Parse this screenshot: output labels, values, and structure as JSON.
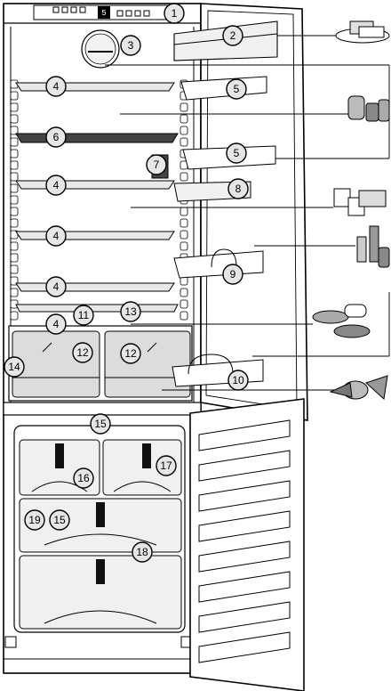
{
  "diagram": {
    "callouts": [
      {
        "id": "c1",
        "label": "1"
      },
      {
        "id": "c2",
        "label": "2"
      },
      {
        "id": "c3",
        "label": "3"
      },
      {
        "id": "c4a",
        "label": "4"
      },
      {
        "id": "c4b",
        "label": "4"
      },
      {
        "id": "c4c",
        "label": "4"
      },
      {
        "id": "c4d",
        "label": "4"
      },
      {
        "id": "c4e",
        "label": "4"
      },
      {
        "id": "c5a",
        "label": "5"
      },
      {
        "id": "c5b",
        "label": "5"
      },
      {
        "id": "c6",
        "label": "6"
      },
      {
        "id": "c7",
        "label": "7"
      },
      {
        "id": "c8",
        "label": "8"
      },
      {
        "id": "c9",
        "label": "9"
      },
      {
        "id": "c10",
        "label": "10"
      },
      {
        "id": "c11",
        "label": "11"
      },
      {
        "id": "c12a",
        "label": "12"
      },
      {
        "id": "c12b",
        "label": "12"
      },
      {
        "id": "c13",
        "label": "13"
      },
      {
        "id": "c14",
        "label": "14"
      },
      {
        "id": "c15a",
        "label": "15"
      },
      {
        "id": "c15b",
        "label": "15"
      },
      {
        "id": "c16",
        "label": "16"
      },
      {
        "id": "c17",
        "label": "17"
      },
      {
        "id": "c18",
        "label": "18"
      },
      {
        "id": "c19",
        "label": "19"
      }
    ],
    "display_panel": {
      "readout": "5"
    },
    "food_icons": [
      "cheese-icon",
      "jars-icon",
      "containers-icon",
      "bottles-icon",
      "fish-icon",
      "vegetables-icon"
    ],
    "colors": {
      "line": "#000000",
      "fill": "#ffffff",
      "callout_fill": "#e6e6e6",
      "drawer_fill": "#dcdcdc"
    }
  }
}
